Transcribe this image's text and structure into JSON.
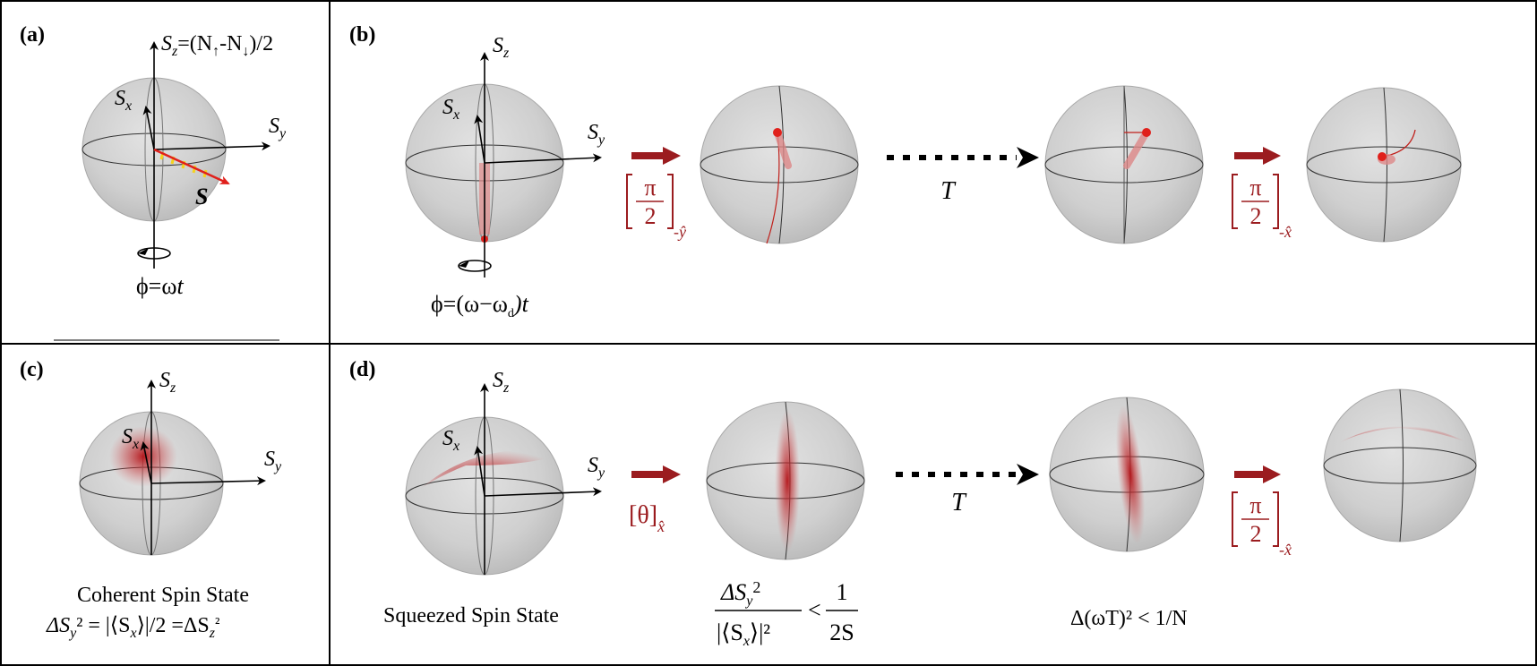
{
  "panels": {
    "a": {
      "label": "(a)",
      "sz_axis": "S",
      "sz_sub": "z",
      "sz_def_open": "=(N",
      "sz_def_up": "↑",
      "sz_def_mid": "-N",
      "sz_def_down": "↓",
      "sz_def_close": ")/2",
      "sx": "S",
      "sx_sub": "x",
      "sy": "S",
      "sy_sub": "y",
      "vector": "S",
      "rotation_phi": "ϕ=ω",
      "rotation_t": "t"
    },
    "b": {
      "label": "(b)",
      "sz": "S",
      "sz_sub": "z",
      "sx": "S",
      "sx_sub": "x",
      "sy": "S",
      "sy_sub": "y",
      "rotation": "ϕ=(ω−ω",
      "rotation_sub": "d",
      "rotation_end": ")t",
      "pulse1_num": "π",
      "pulse1_den": "2",
      "pulse1_axis": "-ŷ",
      "evolution": "T",
      "pulse2_num": "π",
      "pulse2_den": "2",
      "pulse2_axis": "-x̂"
    },
    "c": {
      "label": "(c)",
      "sz": "S",
      "sz_sub": "z",
      "sx": "S",
      "sx_sub": "x",
      "sy": "S",
      "sy_sub": "y",
      "caption_line1": "Coherent Spin State",
      "caption_line2": "ΔS",
      "caption_line2_sub": "y",
      "caption_line2_mid": "² = |⟨S",
      "caption_line2_sub2": "x",
      "caption_line2_end": "⟩|/2 =ΔS",
      "caption_line2_sub3": "z",
      "caption_line2_sq": "²"
    },
    "d": {
      "label": "(d)",
      "sz": "S",
      "sz_sub": "z",
      "sx": "S",
      "sx_sub": "x",
      "sy": "S",
      "sy_sub": "y",
      "caption": "Squeezed Spin State",
      "pulse1": "[θ]",
      "pulse1_axis": "x̂",
      "evolution": "T",
      "ratio_num": "ΔS",
      "ratio_num_sub": "y",
      "ratio_den": "|⟨S",
      "ratio_den_sub": "x",
      "ratio_den_end": "⟩|²",
      "ratio_lt": "<",
      "ratio_rhs_num": "1",
      "ratio_rhs_den": "2S",
      "heisenberg": "Δ(ωT)² < 1/N",
      "pulse2_num": "π",
      "pulse2_den": "2",
      "pulse2_axis": "-x̂"
    }
  },
  "colors": {
    "accent": "#9b1c1f",
    "vector": "#e0201b",
    "vector_yellow": "#f5d21c",
    "sphere": "#d0d0d0",
    "line": "#000000"
  }
}
